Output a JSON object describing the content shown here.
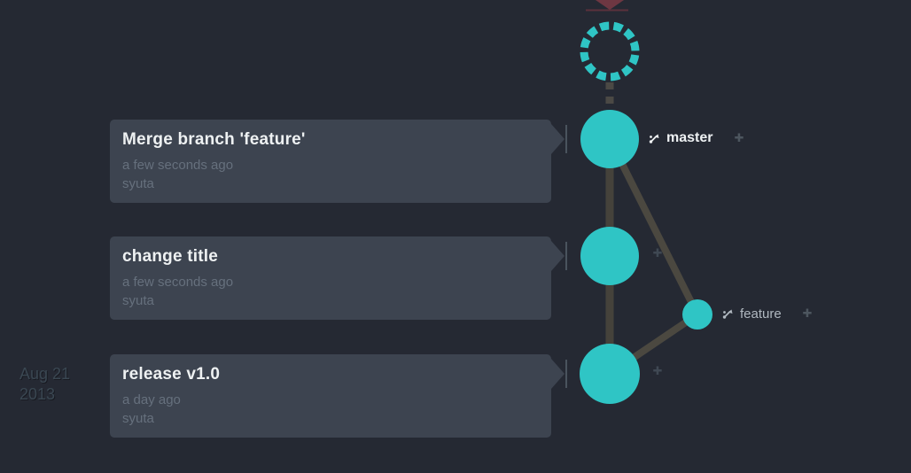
{
  "commits": [
    {
      "title": "Merge branch 'feature'",
      "time": "a few seconds ago",
      "author": "syuta"
    },
    {
      "title": "change title",
      "time": "a few seconds ago",
      "author": "syuta"
    },
    {
      "title": "release v1.0",
      "time": "a day ago",
      "author": "syuta"
    }
  ],
  "graph": {
    "refs": [
      {
        "label": "master"
      },
      {
        "label": "feature"
      }
    ]
  },
  "date_gutter": {
    "line1": "Aug 21",
    "line2": "2013"
  },
  "icons": {
    "plus-icon": "✚",
    "branch-icon": "git-branch-glyph",
    "head-pointer-icon": "triangle-down"
  },
  "colors": {
    "background": "#252933",
    "card": "#3d4450",
    "node_teal": "#2fc5c5",
    "edge": "#45423b",
    "head_marker": "#6e3742",
    "title_text": "#eef1f2",
    "meta_text": "#66707d",
    "date_text": "#3a4752"
  }
}
